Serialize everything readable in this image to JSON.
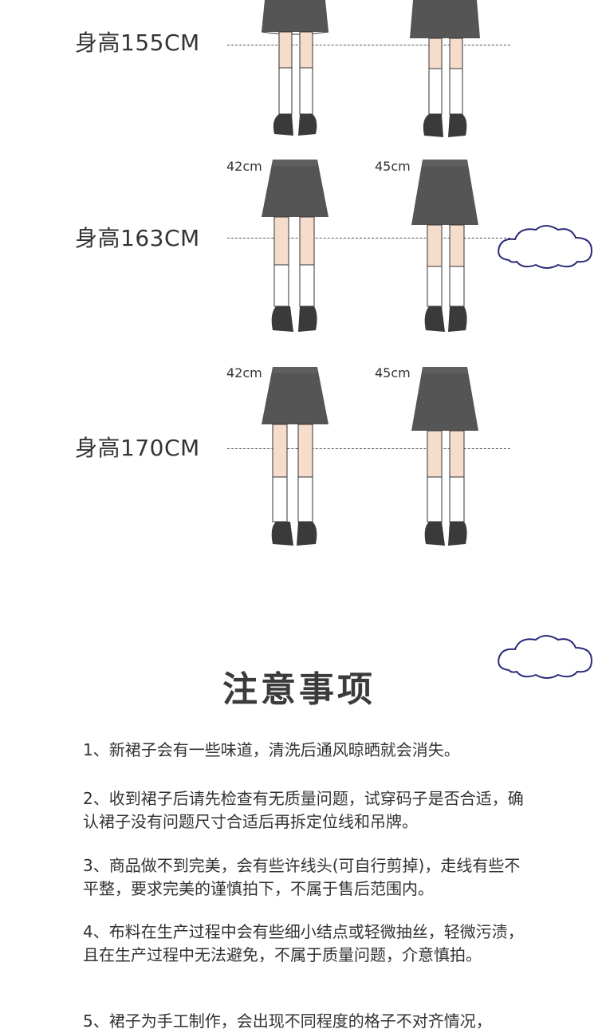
{
  "rows": [
    {
      "height_label": "身高155CM",
      "left_size": "",
      "right_size": ""
    },
    {
      "height_label": "身高163CM",
      "left_size": "42cm",
      "right_size": "45cm"
    },
    {
      "height_label": "身高170CM",
      "left_size": "42cm",
      "right_size": "45cm"
    }
  ],
  "notes": {
    "title": "注意事项",
    "items": [
      "1、新裙子会有一些味道，清洗后通风晾晒就会消失。",
      "2、收到裙子后请先检查有无质量问题，试穿码子是否合适，确认裙子没有问题尺寸合适后再拆定位线和吊牌。",
      "3、商品做不到完美，会有些许线头(可自行剪掉)，走线有些不平整，要求完美的谨慎拍下，不属于售后范围内。",
      "4、布料在生产过程中会有些细小结点或轻微抽丝，轻微污渍，且在生产过程中无法避免，不属于质量问题，介意慎拍。",
      "5、裙子为手工制作，会出现不同程度的格子不对齐情况，"
    ]
  },
  "colors": {
    "skirt": "#555555",
    "skin": "#f6dccb",
    "sock": "#ffffff",
    "shoe": "#3a3a3a",
    "cloud_stroke": "#2b2a7a"
  }
}
